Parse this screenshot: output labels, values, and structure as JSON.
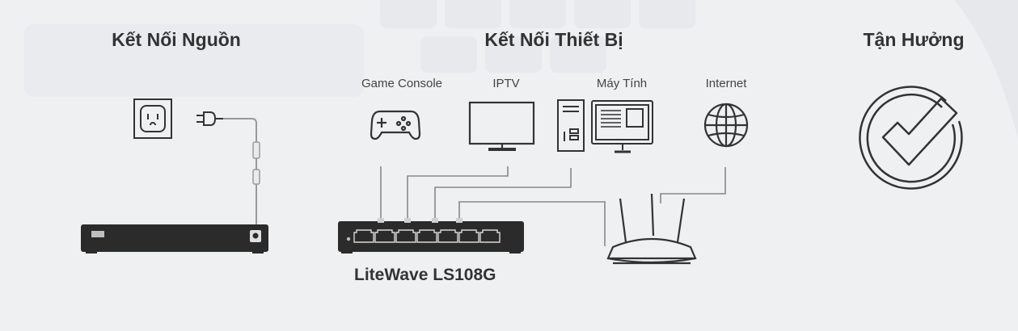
{
  "sections": {
    "power": "Kết Nối Nguồn",
    "connect": "Kết Nối Thiết Bị",
    "enjoy": "Tận Hưởng"
  },
  "devices": {
    "game_console": "Game Console",
    "iptv": "IPTV",
    "computer": "Máy Tính",
    "internet": "Internet"
  },
  "product_name": "LiteWave LS108G",
  "colors": {
    "stroke": "#333333",
    "device_dark": "#2b2b2b",
    "background": "#eef0f2"
  }
}
